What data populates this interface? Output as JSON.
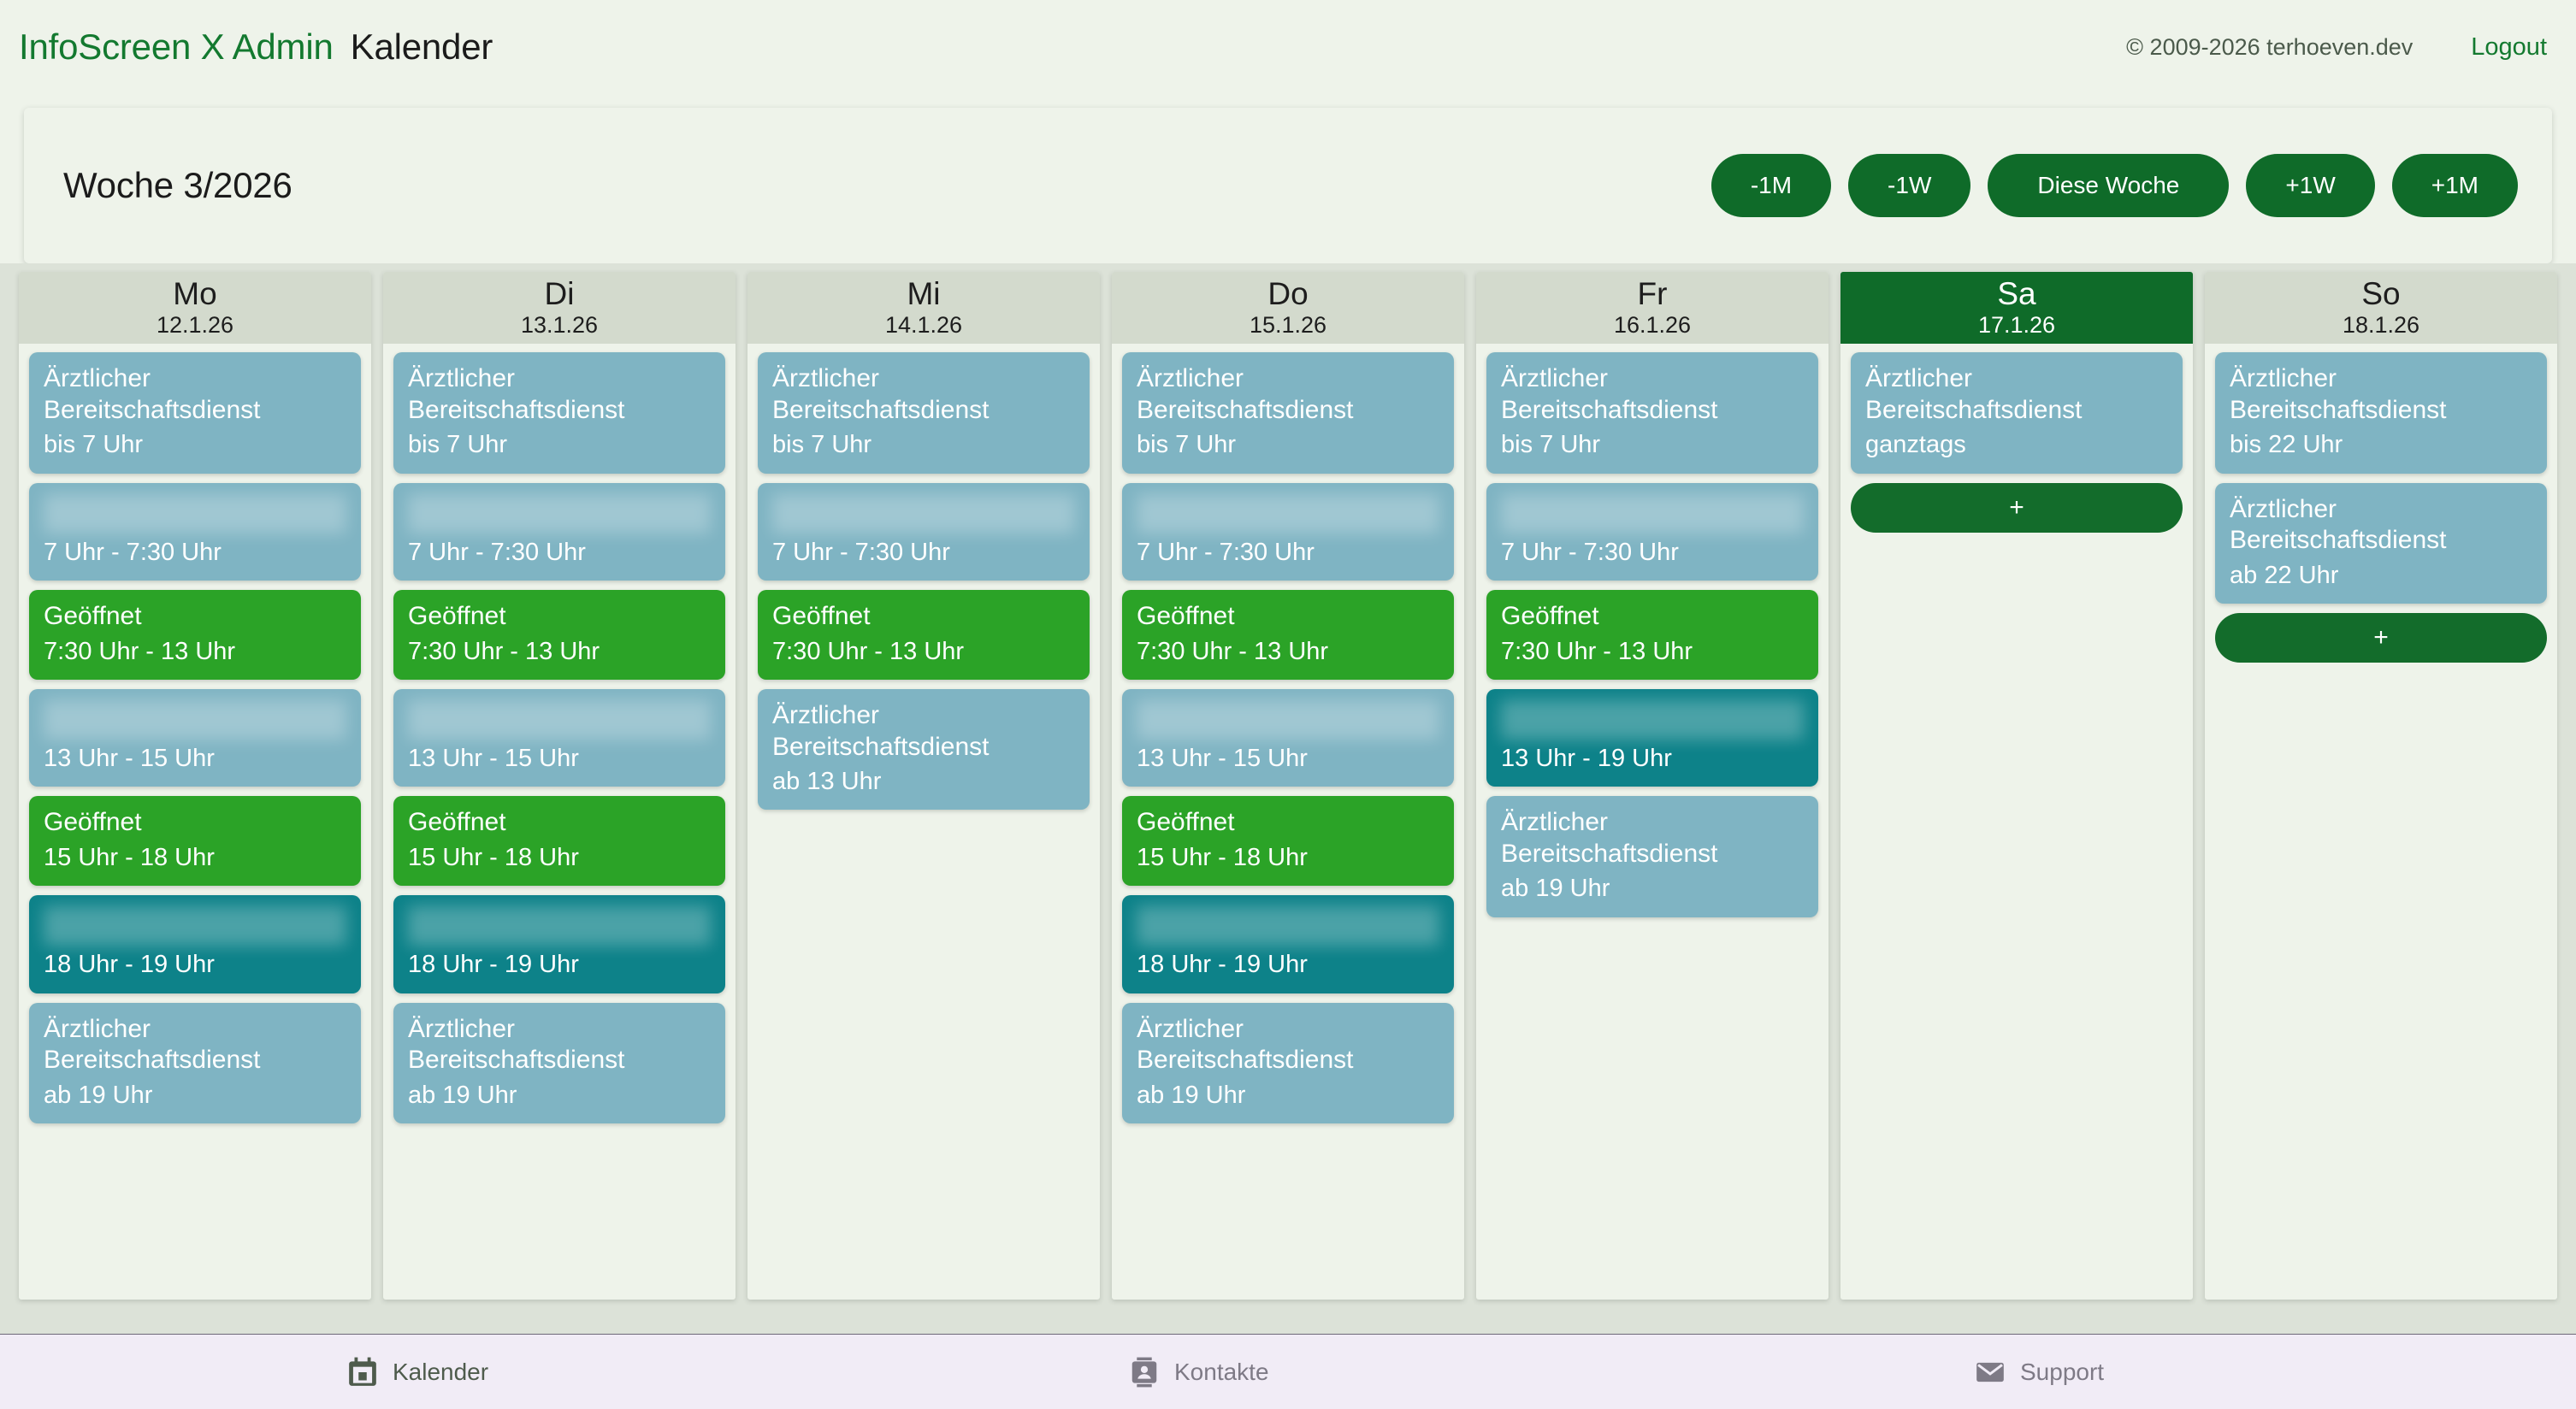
{
  "header": {
    "brand": "InfoScreen X Admin",
    "page_title": "Kalender",
    "copyright": "© 2009-2026 terhoeven.dev",
    "logout_label": "Logout"
  },
  "weekbar": {
    "week_label": "Woche 3/2026",
    "buttons": [
      {
        "label": "-1M",
        "wide": false
      },
      {
        "label": "-1W",
        "wide": false
      },
      {
        "label": "Diese Woche",
        "wide": true
      },
      {
        "label": "+1W",
        "wide": false
      },
      {
        "label": "+1M",
        "wide": false
      }
    ]
  },
  "colors": {
    "brand_green": "#13792f",
    "button_green": "#0f6b29",
    "today_header": "#0f6b29",
    "event_blue": "#7fb4c3",
    "event_green": "#2ba327",
    "event_teal": "#0d8289",
    "page_bg": "#eef3ea",
    "calendar_bg": "#dce2d8",
    "day_header_bg": "#d3dacd",
    "bottomnav_bg": "#f1ecf6"
  },
  "add_button_label": "+",
  "days": [
    {
      "name": "Mo",
      "date": "12.1.26",
      "today": false,
      "has_add": false,
      "events": [
        {
          "color": "blue",
          "title": "Ärztlicher Bereitschaftsdienst",
          "redacted": false,
          "time": "bis 7 Uhr"
        },
        {
          "color": "blue",
          "title": "",
          "redacted": true,
          "time": "7 Uhr - 7:30 Uhr"
        },
        {
          "color": "green",
          "title": "Geöffnet",
          "redacted": false,
          "time": "7:30 Uhr - 13 Uhr"
        },
        {
          "color": "blue",
          "title": "",
          "redacted": true,
          "time": "13 Uhr - 15 Uhr"
        },
        {
          "color": "green",
          "title": "Geöffnet",
          "redacted": false,
          "time": "15 Uhr - 18 Uhr"
        },
        {
          "color": "teal",
          "title": "",
          "redacted": true,
          "time": "18 Uhr - 19 Uhr"
        },
        {
          "color": "blue",
          "title": "Ärztlicher Bereitschaftsdienst",
          "redacted": false,
          "time": "ab 19 Uhr"
        }
      ]
    },
    {
      "name": "Di",
      "date": "13.1.26",
      "today": false,
      "has_add": false,
      "events": [
        {
          "color": "blue",
          "title": "Ärztlicher Bereitschaftsdienst",
          "redacted": false,
          "time": "bis 7 Uhr"
        },
        {
          "color": "blue",
          "title": "",
          "redacted": true,
          "time": "7 Uhr - 7:30 Uhr"
        },
        {
          "color": "green",
          "title": "Geöffnet",
          "redacted": false,
          "time": "7:30 Uhr - 13 Uhr"
        },
        {
          "color": "blue",
          "title": "",
          "redacted": true,
          "time": "13 Uhr - 15 Uhr"
        },
        {
          "color": "green",
          "title": "Geöffnet",
          "redacted": false,
          "time": "15 Uhr - 18 Uhr"
        },
        {
          "color": "teal",
          "title": "",
          "redacted": true,
          "time": "18 Uhr - 19 Uhr"
        },
        {
          "color": "blue",
          "title": "Ärztlicher Bereitschaftsdienst",
          "redacted": false,
          "time": "ab 19 Uhr"
        }
      ]
    },
    {
      "name": "Mi",
      "date": "14.1.26",
      "today": false,
      "has_add": false,
      "events": [
        {
          "color": "blue",
          "title": "Ärztlicher Bereitschaftsdienst",
          "redacted": false,
          "time": "bis 7 Uhr"
        },
        {
          "color": "blue",
          "title": "",
          "redacted": true,
          "time": "7 Uhr - 7:30 Uhr"
        },
        {
          "color": "green",
          "title": "Geöffnet",
          "redacted": false,
          "time": "7:30 Uhr - 13 Uhr"
        },
        {
          "color": "blue",
          "title": "Ärztlicher Bereitschaftsdienst",
          "redacted": false,
          "time": "ab 13 Uhr"
        }
      ]
    },
    {
      "name": "Do",
      "date": "15.1.26",
      "today": false,
      "has_add": false,
      "events": [
        {
          "color": "blue",
          "title": "Ärztlicher Bereitschaftsdienst",
          "redacted": false,
          "time": "bis 7 Uhr"
        },
        {
          "color": "blue",
          "title": "",
          "redacted": true,
          "time": "7 Uhr - 7:30 Uhr"
        },
        {
          "color": "green",
          "title": "Geöffnet",
          "redacted": false,
          "time": "7:30 Uhr - 13 Uhr"
        },
        {
          "color": "blue",
          "title": "",
          "redacted": true,
          "time": "13 Uhr - 15 Uhr"
        },
        {
          "color": "green",
          "title": "Geöffnet",
          "redacted": false,
          "time": "15 Uhr - 18 Uhr"
        },
        {
          "color": "teal",
          "title": "",
          "redacted": true,
          "time": "18 Uhr - 19 Uhr"
        },
        {
          "color": "blue",
          "title": "Ärztlicher Bereitschaftsdienst",
          "redacted": false,
          "time": "ab 19 Uhr"
        }
      ]
    },
    {
      "name": "Fr",
      "date": "16.1.26",
      "today": false,
      "has_add": false,
      "events": [
        {
          "color": "blue",
          "title": "Ärztlicher Bereitschaftsdienst",
          "redacted": false,
          "time": "bis 7 Uhr"
        },
        {
          "color": "blue",
          "title": "",
          "redacted": true,
          "time": "7 Uhr - 7:30 Uhr"
        },
        {
          "color": "green",
          "title": "Geöffnet",
          "redacted": false,
          "time": "7:30 Uhr - 13 Uhr"
        },
        {
          "color": "teal",
          "title": "",
          "redacted": true,
          "time": "13 Uhr - 19 Uhr"
        },
        {
          "color": "blue",
          "title": "Ärztlicher Bereitschaftsdienst",
          "redacted": false,
          "time": "ab 19 Uhr"
        }
      ]
    },
    {
      "name": "Sa",
      "date": "17.1.26",
      "today": true,
      "has_add": true,
      "events": [
        {
          "color": "blue",
          "title": "Ärztlicher Bereitschaftsdienst",
          "redacted": false,
          "time": "ganztags"
        }
      ]
    },
    {
      "name": "So",
      "date": "18.1.26",
      "today": false,
      "has_add": true,
      "events": [
        {
          "color": "blue",
          "title": "Ärztlicher Bereitschaftsdienst",
          "redacted": false,
          "time": "bis 22 Uhr"
        },
        {
          "color": "blue",
          "title": "Ärztlicher Bereitschaftsdienst",
          "redacted": false,
          "time": "ab 22 Uhr"
        }
      ]
    }
  ],
  "bottomnav": [
    {
      "label": "Kalender",
      "icon": "calendar-icon",
      "active": true
    },
    {
      "label": "Kontakte",
      "icon": "contacts-icon",
      "active": false
    },
    {
      "label": "Support",
      "icon": "mail-icon",
      "active": false
    }
  ]
}
